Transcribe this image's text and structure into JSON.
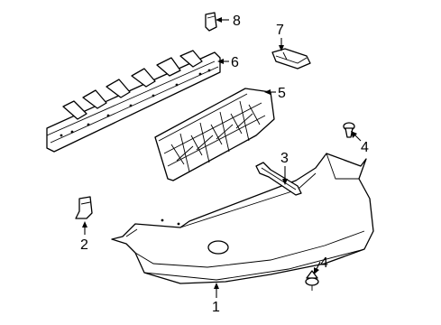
{
  "diagram": {
    "callouts": [
      "1",
      "2",
      "3",
      "4",
      "4",
      "5",
      "6",
      "7",
      "8"
    ]
  }
}
